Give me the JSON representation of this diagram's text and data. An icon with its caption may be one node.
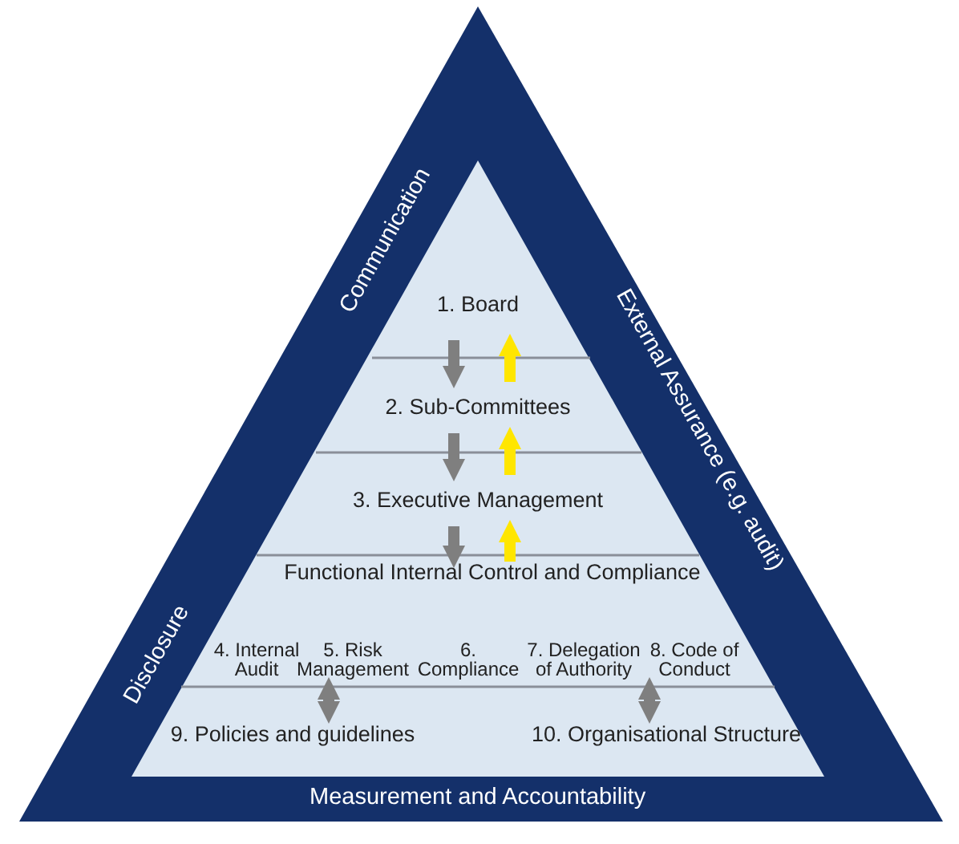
{
  "diagram": {
    "nodes": [
      {
        "text": [
          "Communication",
          "External Assurance (e.g. audit)",
          "Disclosure",
          "Measurement and Accountability"
        ]
      },
      {
        "text": [
          "1. Board"
        ],
        "in": 0
      },
      {
        "text": [
          "2. Sub-Committees"
        ],
        "in": 0
      },
      {
        "text": [
          "3. Executive Management"
        ],
        "in": 0
      },
      {
        "text": [
          "Functional Internal Control and Compliance"
        ],
        "in": 0
      },
      {
        "text": [
          "4. Internal Audit"
        ],
        "in": 4
      },
      {
        "text": [
          "5. Risk Management"
        ],
        "in": 4
      },
      {
        "text": [
          "6. Compliance"
        ],
        "in": 4
      },
      {
        "text": [
          "7. Delegation of Authority"
        ],
        "in": 4
      },
      {
        "text": [
          "8. Code of Conduct"
        ],
        "in": 4
      },
      {
        "text": [
          "9. Policies and guidelines"
        ],
        "in": 0
      },
      {
        "text": [
          "10. Organisational Structure"
        ],
        "in": 0
      }
    ],
    "edges": [
      {
        "from": 1,
        "to": 2,
        "arrow": "to"
      },
      {
        "from": 2,
        "to": 1,
        "arrow": "to",
        "color": "#ffe600"
      },
      {
        "from": 2,
        "to": 3,
        "arrow": "to"
      },
      {
        "from": 3,
        "to": 2,
        "arrow": "to",
        "color": "#ffe600"
      },
      {
        "from": 3,
        "to": 4,
        "arrow": "to"
      },
      {
        "from": 4,
        "to": 3,
        "arrow": "to",
        "color": "#ffe600"
      },
      {
        "from": 4,
        "to": 10,
        "arrow": "both"
      },
      {
        "from": 4,
        "to": 11,
        "arrow": "both"
      }
    ]
  }
}
